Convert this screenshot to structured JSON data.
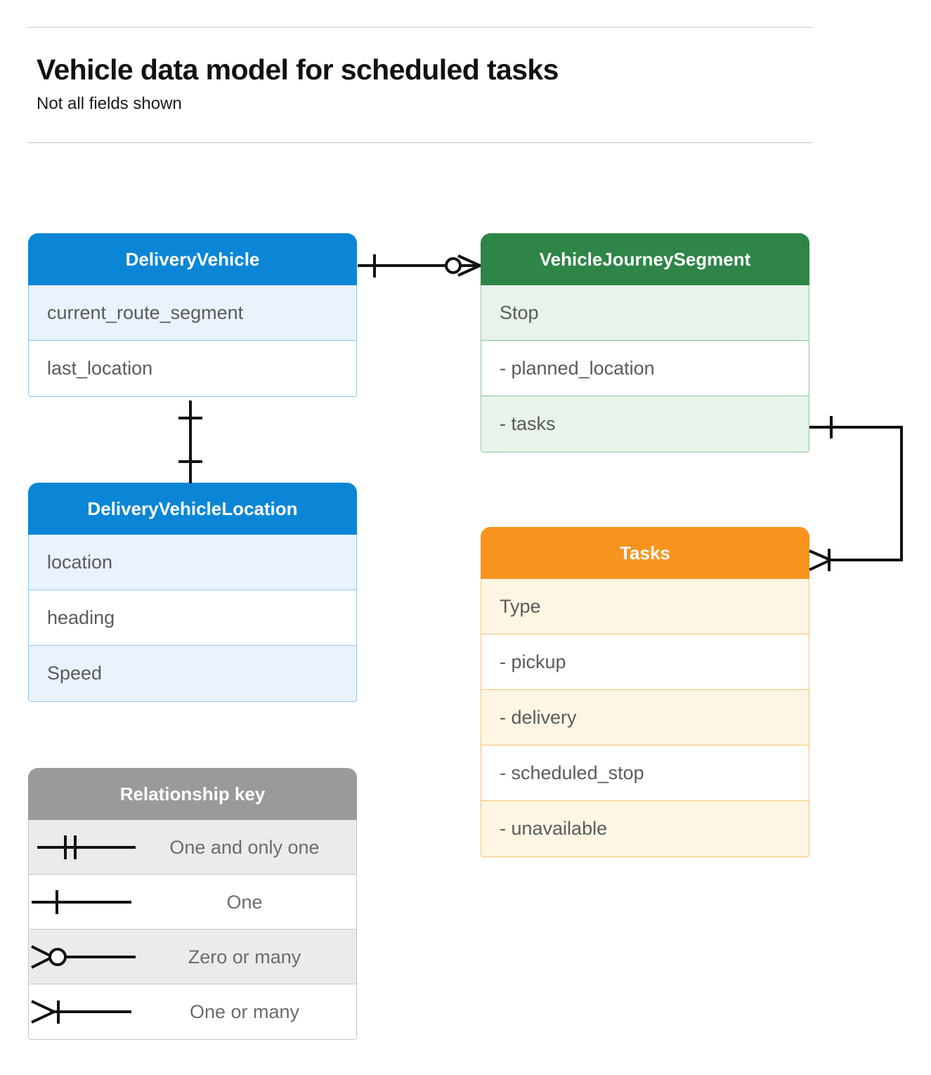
{
  "header": {
    "title": "Vehicle data model for scheduled tasks",
    "subtitle": "Not all fields shown"
  },
  "entities": [
    {
      "id": "delivery-vehicle",
      "name": "DeliveryVehicle",
      "color": "#0b86d6",
      "rows": [
        "current_route_segment",
        "last_location"
      ]
    },
    {
      "id": "vehicle-journey-segment",
      "name": "VehicleJourneySegment",
      "color": "#2e8547",
      "rows": [
        "Stop",
        "-  planned_location",
        "- tasks"
      ]
    },
    {
      "id": "delivery-vehicle-location",
      "name": "DeliveryVehicleLocation",
      "color": "#0b86d6",
      "rows": [
        "location",
        "heading",
        "Speed"
      ]
    },
    {
      "id": "tasks",
      "name": "Tasks",
      "color": "#f7941e",
      "rows": [
        "Type",
        "-  pickup",
        "-  delivery",
        "-  scheduled_stop",
        "-  unavailable"
      ]
    }
  ],
  "legend": {
    "title": "Relationship key",
    "color": "#9a9a9a",
    "items": [
      {
        "symbol": "one-and-only-one",
        "label": "One and only one"
      },
      {
        "symbol": "one",
        "label": "One"
      },
      {
        "symbol": "zero-or-many",
        "label": "Zero or many"
      },
      {
        "symbol": "one-or-many",
        "label": "One or many"
      }
    ]
  },
  "relationships": [
    {
      "id": "vehicle-to-journey-segment",
      "from": "DeliveryVehicle",
      "to": "VehicleJourneySegment",
      "from_cardinality": "One",
      "to_cardinality": "Zero or many"
    },
    {
      "id": "vehicle-to-location",
      "from": "DeliveryVehicle",
      "to": "DeliveryVehicleLocation",
      "from_cardinality": "One",
      "to_cardinality": "One"
    },
    {
      "id": "segment-tasks-to-tasks",
      "from": "VehicleJourneySegment",
      "to": "Tasks",
      "from_cardinality": "One",
      "to_cardinality": "One or many"
    }
  ]
}
